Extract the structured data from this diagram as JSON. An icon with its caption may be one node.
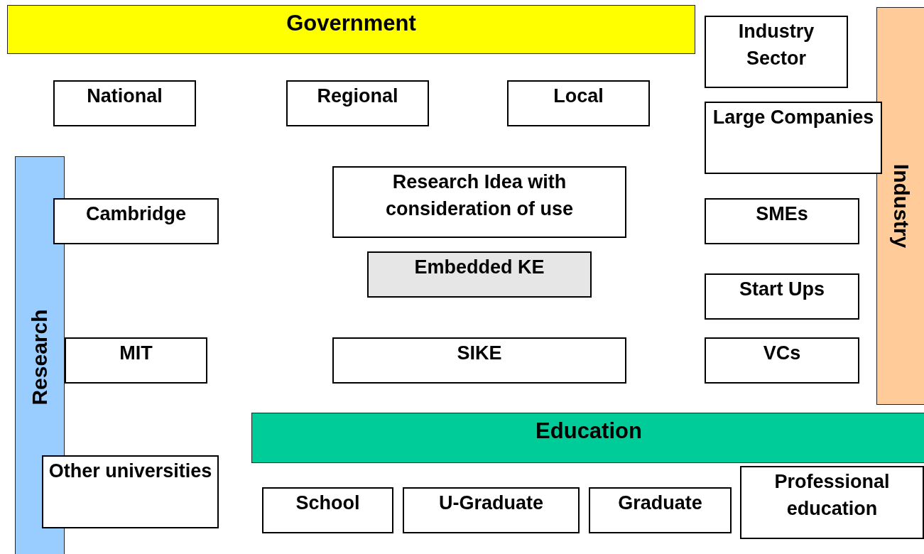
{
  "diagram": {
    "nodes": [
      {
        "text": [
          "Government"
        ]
      },
      {
        "text": [
          "Industry Sector"
        ]
      },
      {
        "text": [
          "Industry"
        ]
      },
      {
        "text": [
          "National"
        ]
      },
      {
        "text": [
          "Regional"
        ]
      },
      {
        "text": [
          "Local"
        ]
      },
      {
        "text": [
          "Large Companies"
        ]
      },
      {
        "text": [
          "Research"
        ]
      },
      {
        "text": [
          "Research Idea with consideration of use"
        ]
      },
      {
        "text": [
          "Cambridge"
        ]
      },
      {
        "text": [
          "SMEs"
        ]
      },
      {
        "text": [
          "Embedded KE"
        ]
      },
      {
        "text": [
          "Start Ups"
        ]
      },
      {
        "text": [
          "MIT"
        ]
      },
      {
        "text": [
          "SIKE"
        ]
      },
      {
        "text": [
          "VCs"
        ]
      },
      {
        "text": [
          "Education"
        ]
      },
      {
        "text": [
          "Other universities"
        ]
      },
      {
        "text": [
          "School"
        ]
      },
      {
        "text": [
          "U-Graduate"
        ]
      },
      {
        "text": [
          "Graduate"
        ]
      },
      {
        "text": [
          "Professional education"
        ]
      }
    ],
    "edges": []
  }
}
